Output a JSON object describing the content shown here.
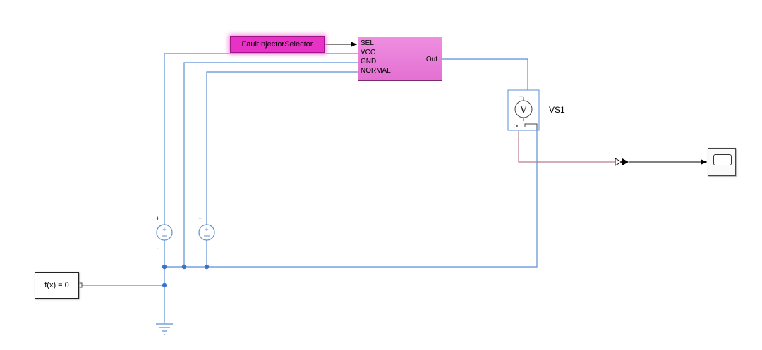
{
  "blocks": {
    "fault_injector": {
      "label": "FaultInjectorSelector"
    },
    "mux": {
      "ports_in": [
        "SEL",
        "VCC",
        "GND",
        "NORMAL"
      ],
      "port_out": "Out"
    },
    "voltage_sensor": {
      "name": "VS1",
      "symbol": "V",
      "plus": "+",
      "out_port": ">"
    },
    "constant_fx": {
      "label": "f(x) = 0"
    },
    "source1": {
      "plus": "+",
      "minus": "-"
    },
    "source2": {
      "plus": "+",
      "minus": "-"
    },
    "scope": {
      "icon": "scope-icon"
    }
  },
  "colors": {
    "physical_wire": "#5b8fd6",
    "signal_wire": "#000000",
    "ps_wire": "#b87a8a",
    "block_magenta": "#e832c6"
  }
}
